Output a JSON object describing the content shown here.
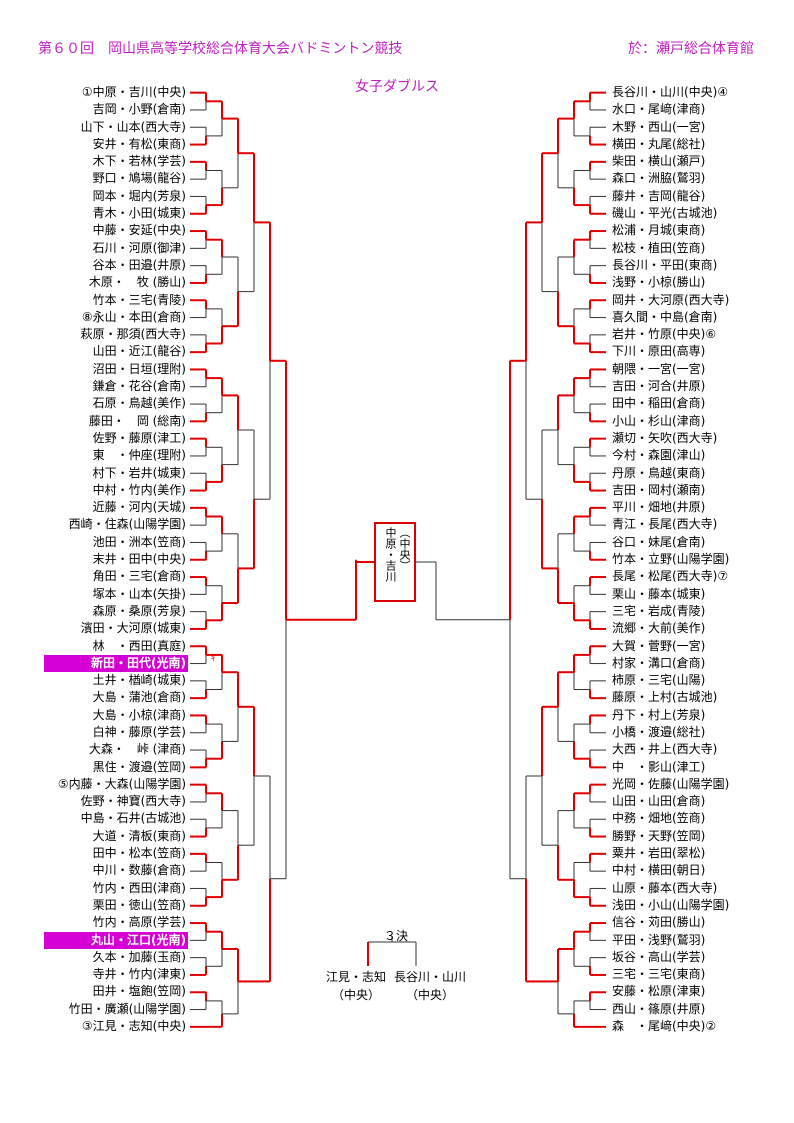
{
  "header": {
    "title": "第６０回　岡山県高等学校総合体育大会バドミントン競技",
    "venue": "於：瀬戸総合体育館",
    "subtitle": "女子ダブルス"
  },
  "left": [
    {
      "label": "①中原・吉川(中央)"
    },
    {
      "label": "吉岡・小野(倉南)"
    },
    {
      "label": "山下・山本(西大寺)"
    },
    {
      "label": "安井・有松(東商)"
    },
    {
      "label": "木下・若林(学芸)"
    },
    {
      "label": "野口・鳩場(龍谷)"
    },
    {
      "label": "岡本・堀内(芳泉)"
    },
    {
      "label": "青木・小田(城東)"
    },
    {
      "label": "中藤・安延(中央)"
    },
    {
      "label": "石川・河原(御津)"
    },
    {
      "label": "谷本・田邉(井原)"
    },
    {
      "label": "木原・　牧 (勝山)"
    },
    {
      "label": "竹本・三宅(青陵)"
    },
    {
      "label": "⑧永山・本田(倉商)"
    },
    {
      "label": "萩原・那須(西大寺)"
    },
    {
      "label": "山田・近江(龍谷)"
    },
    {
      "label": "沼田・日垣(理附)"
    },
    {
      "label": "鎌倉・花谷(倉南)"
    },
    {
      "label": "石原・鳥越(美作)"
    },
    {
      "label": "藤田・　岡 (総南)"
    },
    {
      "label": "佐野・藤原(津工)"
    },
    {
      "label": "東　・仲座(理附)"
    },
    {
      "label": "村下・岩井(城東)"
    },
    {
      "label": "中村・竹内(美作)"
    },
    {
      "label": "近藤・河内(天城)"
    },
    {
      "label": "西崎・住森(山陽学園)"
    },
    {
      "label": "池田・洲本(笠商)"
    },
    {
      "label": "末井・田中(中央)"
    },
    {
      "label": "角田・三宅(倉商)"
    },
    {
      "label": "塚本・山本(矢掛)"
    },
    {
      "label": "森原・桑原(芳泉)"
    },
    {
      "label": "濱田・大河原(城東)"
    },
    {
      "label": "林　・西田(真庭)"
    },
    {
      "label": "新田・田代(光南)",
      "hl": true
    },
    {
      "label": "土井・楢崎(城東)"
    },
    {
      "label": "大島・蒲池(倉商)"
    },
    {
      "label": "大島・小椋(津商)"
    },
    {
      "label": "白神・藤原(学芸)"
    },
    {
      "label": "大森・　峠 (津商)"
    },
    {
      "label": "黒住・渡邉(笠岡)"
    },
    {
      "label": "⑤内藤・大森(山陽学園)"
    },
    {
      "label": "佐野・神寶(西大寺)"
    },
    {
      "label": "中島・石井(古城池)"
    },
    {
      "label": "大道・清板(東商)"
    },
    {
      "label": "田中・松本(笠商)"
    },
    {
      "label": "中川・数藤(倉商)"
    },
    {
      "label": "竹内・西田(津商)"
    },
    {
      "label": "栗田・徳山(笠商)"
    },
    {
      "label": "竹内・高原(学芸)"
    },
    {
      "label": "丸山・江口(光南)",
      "hl": true
    },
    {
      "label": "久本・加藤(玉商)"
    },
    {
      "label": "寺井・竹内(津東)"
    },
    {
      "label": "田井・塩飽(笠岡)"
    },
    {
      "label": "竹田・廣瀬(山陽学園)"
    },
    {
      "label": "③江見・志知(中央)"
    }
  ],
  "right": [
    {
      "label": "長谷川・山川(中央)④"
    },
    {
      "label": "水口・尾﨑(津商)"
    },
    {
      "label": "木野・西山(一宮)"
    },
    {
      "label": "横田・丸尾(総社)"
    },
    {
      "label": "柴田・横山(瀬戸)"
    },
    {
      "label": "森口・洲脇(鷲羽)"
    },
    {
      "label": "藤井・吉岡(龍谷)"
    },
    {
      "label": "磯山・平光(古城池)"
    },
    {
      "label": "松浦・月城(東商)"
    },
    {
      "label": "松枝・植田(笠商)"
    },
    {
      "label": "長谷川・平田(東商)"
    },
    {
      "label": "浅野・小椋(勝山)"
    },
    {
      "label": "岡井・大河原(西大寺)"
    },
    {
      "label": "喜久間・中島(倉南)"
    },
    {
      "label": "岩井・竹原(中央)⑥"
    },
    {
      "label": "下川・原田(高専)"
    },
    {
      "label": "朝隈・一宮(一宮)"
    },
    {
      "label": "吉田・河合(井原)"
    },
    {
      "label": "田中・稲田(倉商)"
    },
    {
      "label": "小山・杉山(津商)"
    },
    {
      "label": "瀬切・矢吹(西大寺)"
    },
    {
      "label": "今村・森園(津山)"
    },
    {
      "label": "丹原・鳥越(東商)"
    },
    {
      "label": "吉田・岡村(瀬南)"
    },
    {
      "label": "平川・畑地(井原)"
    },
    {
      "label": "青江・長尾(西大寺)"
    },
    {
      "label": "谷口・妹尾(倉南)"
    },
    {
      "label": "竹本・立野(山陽学園)"
    },
    {
      "label": "長尾・松尾(西大寺)⑦"
    },
    {
      "label": "栗山・藤本(城東)"
    },
    {
      "label": "三宅・岩成(青陵)"
    },
    {
      "label": "流郷・大前(美作)"
    },
    {
      "label": "大賀・菅野(一宮)"
    },
    {
      "label": "村家・溝口(倉商)"
    },
    {
      "label": "柿原・三宅(山陽)"
    },
    {
      "label": "藤原・上村(古城池)"
    },
    {
      "label": "丹下・村上(芳泉)"
    },
    {
      "label": "小橋・渡邉(総社)"
    },
    {
      "label": "大西・井上(西大寺)"
    },
    {
      "label": "中　・影山(津工)"
    },
    {
      "label": "光岡・佐藤(山陽学園)"
    },
    {
      "label": "山田・山田(倉商)"
    },
    {
      "label": "中務・畑地(笠商)"
    },
    {
      "label": "勝野・天野(笠岡)"
    },
    {
      "label": "粟井・岩田(翠松)"
    },
    {
      "label": "中村・横田(朝日)"
    },
    {
      "label": "山原・藤本(西大寺)"
    },
    {
      "label": "浅田・小山(山陽学園)"
    },
    {
      "label": "信谷・苅田(勝山)"
    },
    {
      "label": "平田・浅野(鷲羽)"
    },
    {
      "label": "坂谷・高山(学芸)"
    },
    {
      "label": "三宅・三宅(東商)"
    },
    {
      "label": "安藤・松原(津東)"
    },
    {
      "label": "西山・篠原(井原)"
    },
    {
      "label": "森　・尾﨑(中央)②"
    }
  ],
  "champion": {
    "name_top": "中原・吉川",
    "school": "（中央）"
  },
  "third_place": {
    "title": "３決",
    "a_name": "江見・志知",
    "a_school": "（中央）",
    "b_name": "長谷川・山川",
    "b_school": "（中央）"
  },
  "note": "ｷ"
}
